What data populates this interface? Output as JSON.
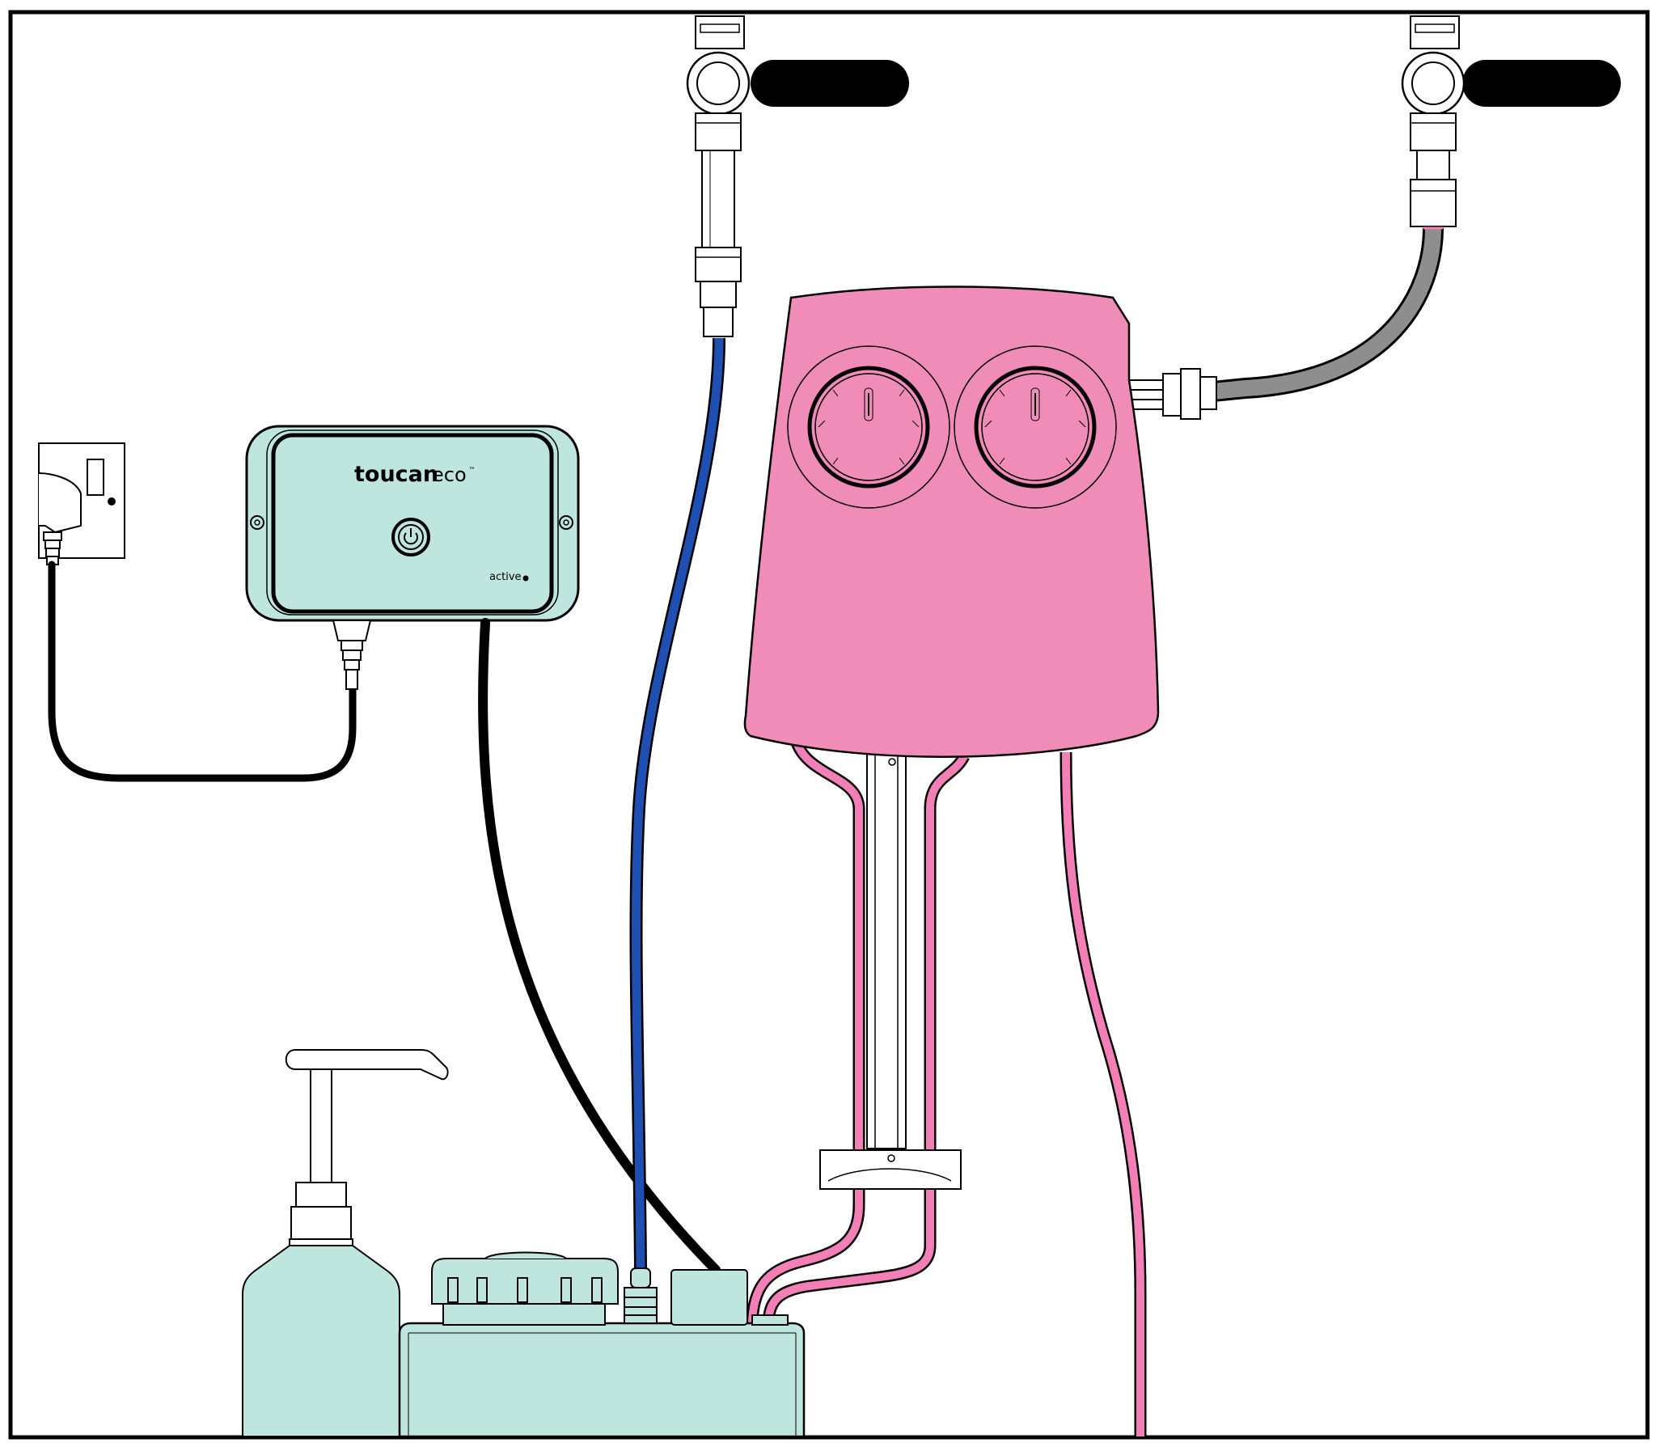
{
  "controller": {
    "brand": "toucan",
    "model": "eco",
    "trademark": "™",
    "status_label": "active"
  },
  "colors": {
    "pink_unit": "#F08CB8",
    "pink_hose": "#F27FB6",
    "pale_teal": "#BFE6DE",
    "blue_hose": "#1F4FB0",
    "grey_hose": "#8E8E8E",
    "black": "#000000",
    "valve_handle": "#000000",
    "outline": "#000000",
    "background": "#FFFFFF"
  },
  "icons": {
    "power_button": "power-icon",
    "wall_socket": "socket-icon",
    "dial_left": "dial-icon",
    "dial_right": "dial-icon"
  }
}
